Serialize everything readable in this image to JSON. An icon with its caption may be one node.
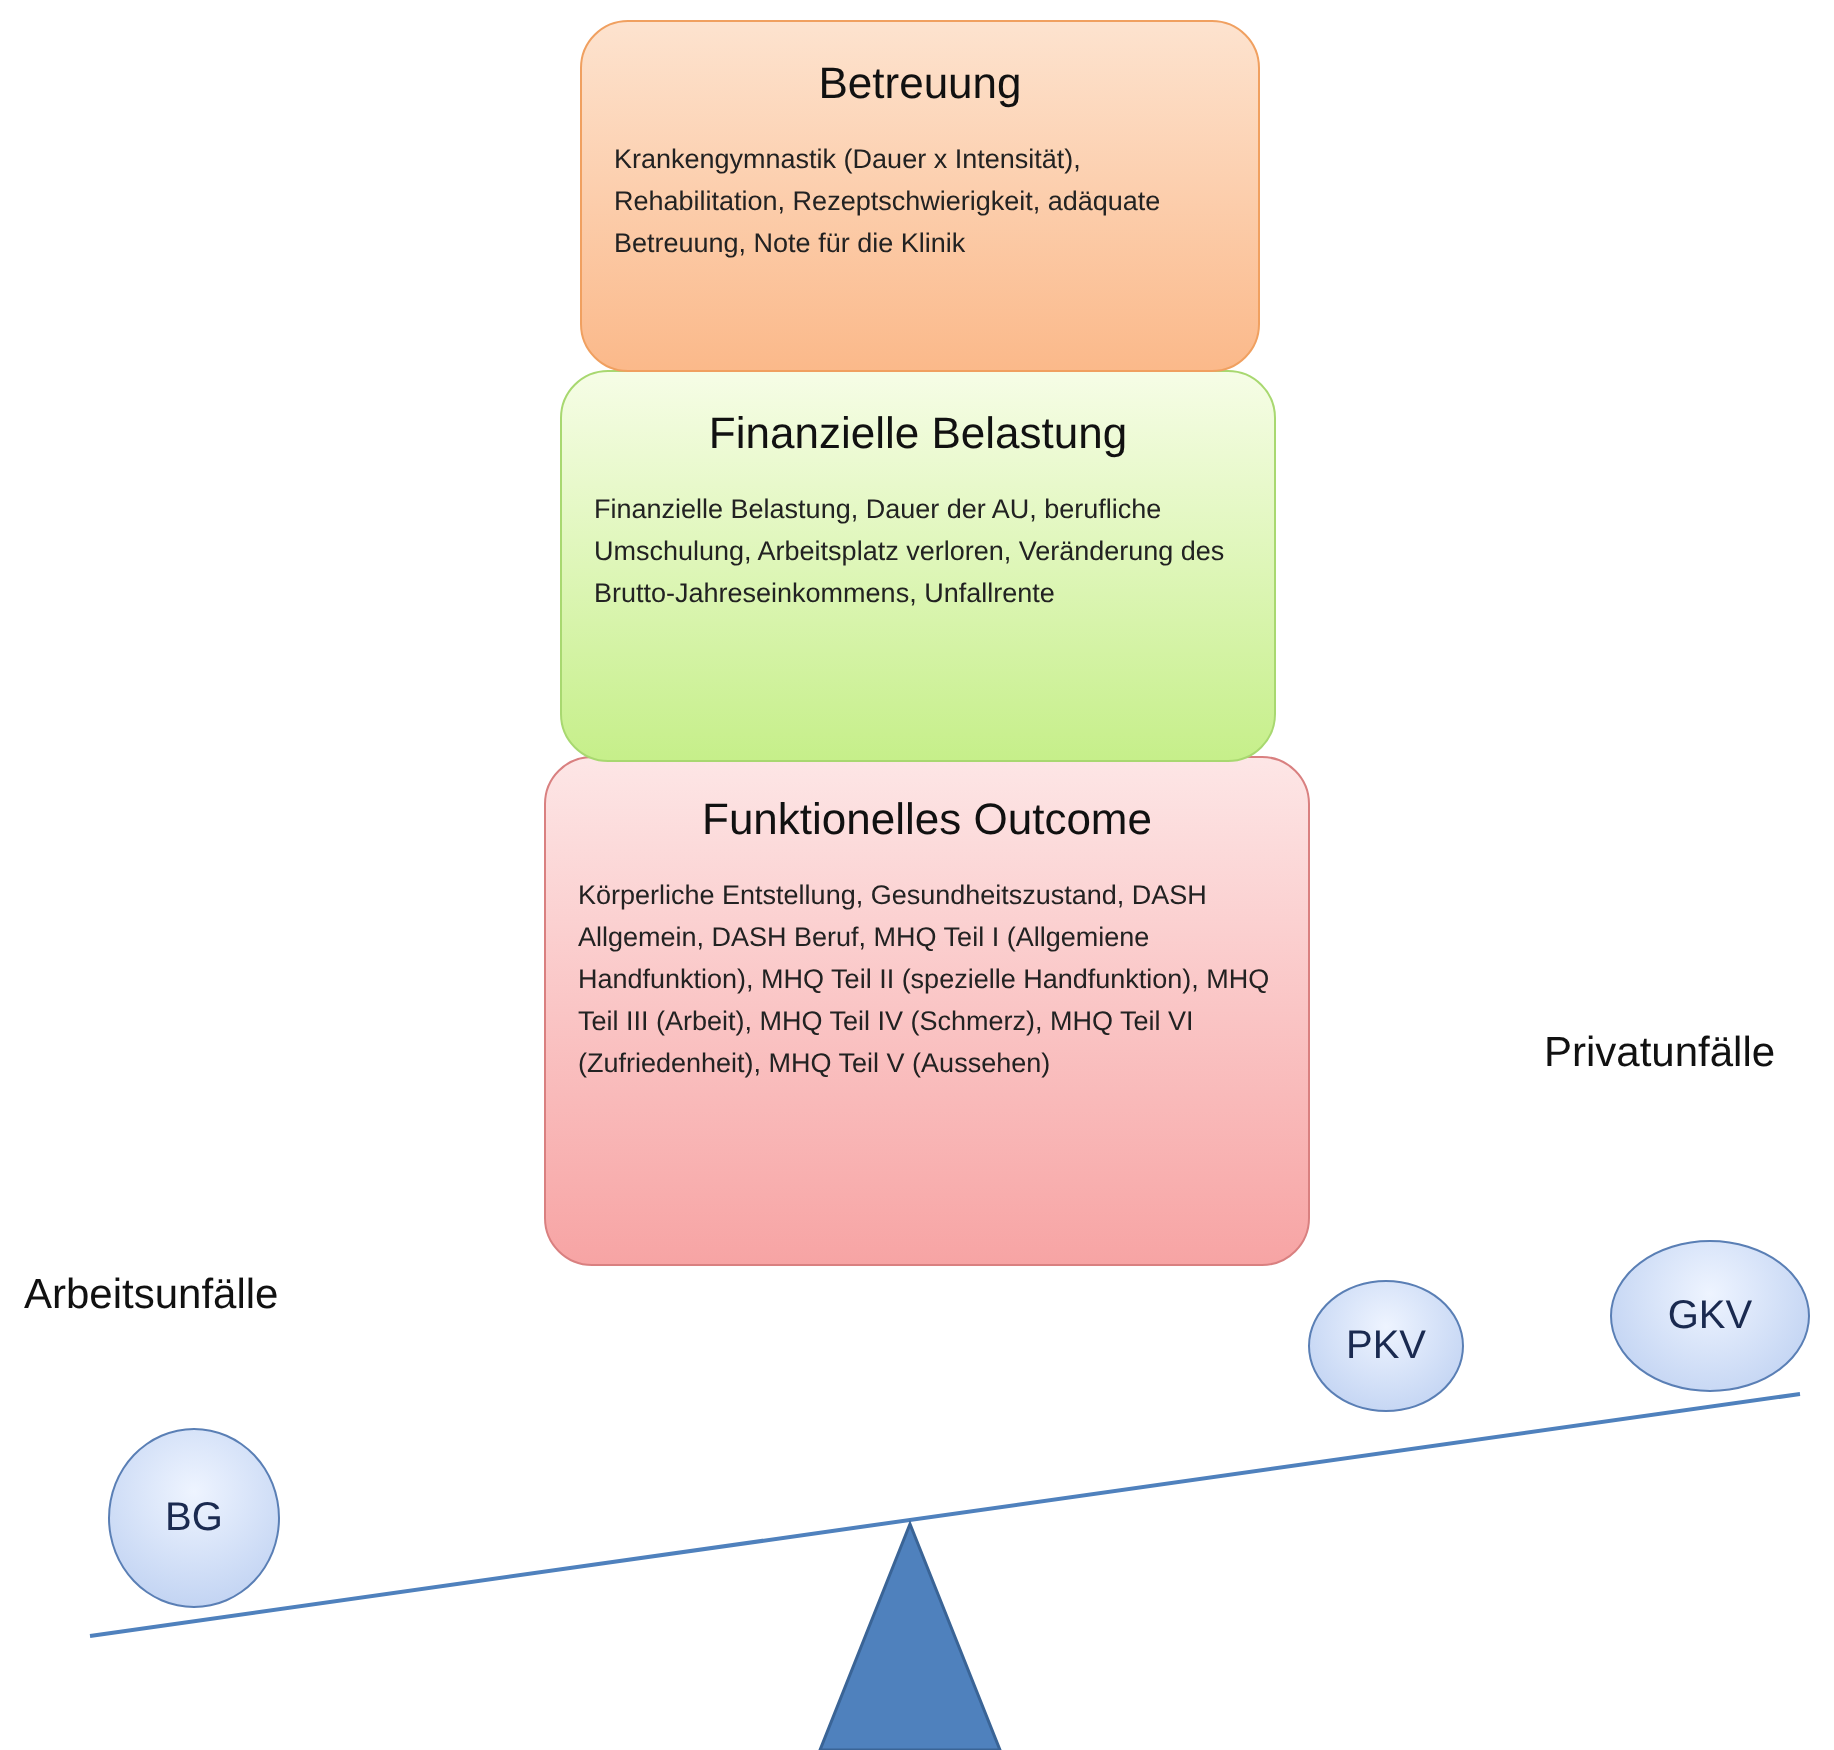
{
  "diagram": {
    "nodes": [
      {
        "text": [
          "Betreuung",
          "Krankengymnastik (Dauer x Intensität), Rehabilitation, Rezeptschwierigkeit, adäquate Betreuung, Note für die Klinik"
        ]
      },
      {
        "text": [
          "Finanzielle Belastung",
          "Finanzielle Belastung, Dauer der AU, berufliche Umschulung, Arbeitsplatz verloren, Veränderung des Brutto-Jahreseinkommens, Unfallrente"
        ]
      },
      {
        "text": [
          "Funktionelles Outcome",
          "Körperliche Entstellung, Gesundheitszustand, DASH Allgemein, DASH Beruf, MHQ Teil I (Allgemiene Handfunktion), MHQ Teil II (spezielle Handfunktion), MHQ Teil III (Arbeit), MHQ Teil IV (Schmerz), MHQ Teil VI (Zufriedenheit), MHQ Teil V (Aussehen)"
        ]
      },
      {
        "text": [
          "BG"
        ]
      },
      {
        "text": [
          "PKV"
        ]
      },
      {
        "text": [
          "GKV"
        ]
      }
    ],
    "edges": [],
    "labels": [
      "Privatunfälle",
      "Arbeitsunfälle"
    ]
  }
}
